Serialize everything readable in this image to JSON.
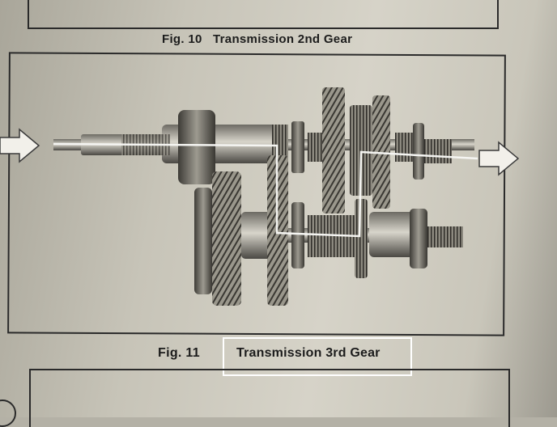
{
  "figures": {
    "fig10": {
      "number": "Fig. 10",
      "title": "Transmission 2nd Gear"
    },
    "fig11": {
      "number": "Fig. 11",
      "title": "Transmission 3rd Gear"
    }
  },
  "colors": {
    "paper": "#d6d3c8",
    "ink": "#1c1c1c",
    "highlight": "#ffffff",
    "metal": "#8a877e"
  },
  "icons": {
    "input_arrow": "input-arrow-icon",
    "output_arrow": "output-arrow-icon"
  }
}
